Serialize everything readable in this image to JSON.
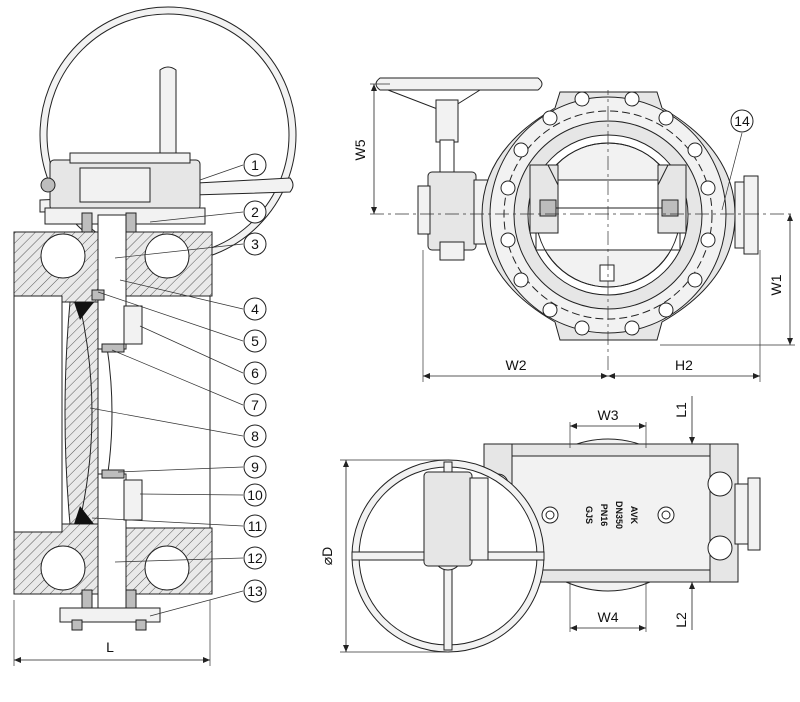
{
  "callouts": [
    "1",
    "2",
    "3",
    "4",
    "5",
    "6",
    "7",
    "8",
    "9",
    "10",
    "11",
    "12",
    "13",
    "14"
  ],
  "dimensions": {
    "L": "L",
    "W1": "W1",
    "W2": "W2",
    "W3": "W3",
    "W4": "W4",
    "W5": "W5",
    "H2": "H2",
    "L1": "L1",
    "L2": "L2",
    "D": "⌀D"
  },
  "body_marking": {
    "logo": "AVK",
    "size": "DN350",
    "pressure": "PN16",
    "material": "GJS"
  }
}
